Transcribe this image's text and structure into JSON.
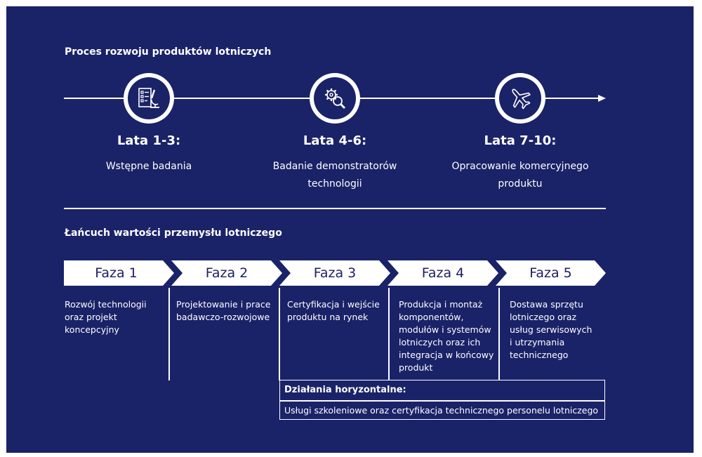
{
  "process": {
    "heading": "Proces rozwoju produktów lotniczych",
    "steps": [
      {
        "icon": "research-checklist-microscope-icon",
        "title": "Lata 1-3:",
        "desc_lines": [
          "Wstępne badania"
        ]
      },
      {
        "icon": "gears-magnifier-icon",
        "title": "Lata 4-6:",
        "desc_lines": [
          "Badanie demonstratorów",
          "technologii"
        ]
      },
      {
        "icon": "airplane-icon",
        "title": "Lata 7-10:",
        "desc_lines": [
          "Opracowanie komercyjnego",
          "produktu"
        ]
      }
    ]
  },
  "value_chain": {
    "heading": "Łańcuch wartości przemysłu lotniczego",
    "phases": [
      {
        "label": "Faza 1",
        "lines": [
          "Rozwój technologii",
          "oraz projekt",
          "koncepcyjny"
        ]
      },
      {
        "label": "Faza 2",
        "lines": [
          "Projektowanie i prace",
          "badawczo-rozwojowe"
        ]
      },
      {
        "label": "Faza 3",
        "lines": [
          "Certyfikacja i wejście",
          "produktu na rynek"
        ]
      },
      {
        "label": "Faza 4",
        "lines": [
          "Produkcja i montaż",
          "komponentów,",
          "modułów i systemów",
          "lotniczych oraz ich",
          "integracja w końcowy",
          "produkt"
        ]
      },
      {
        "label": "Faza 5",
        "lines": [
          "Dostawa sprzętu",
          "lotniczego oraz",
          "usług serwisowych",
          "i utrzymania",
          "technicznego"
        ]
      }
    ],
    "horizontal": {
      "title": "Działania horyzontalne:",
      "text": "Usługi szkoleniowe oraz certyfikacja technicznego personelu lotniczego"
    }
  },
  "colors": {
    "background": "#1a2268",
    "foreground": "#ffffff"
  }
}
